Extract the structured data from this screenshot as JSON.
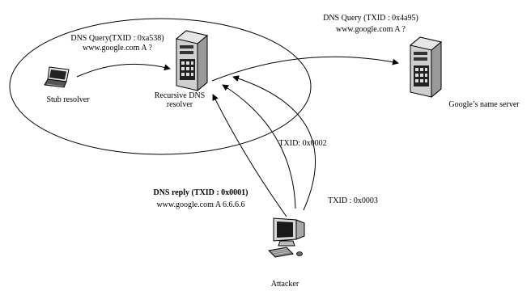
{
  "nodes": {
    "stub_resolver": {
      "label": "Stub resolver"
    },
    "recursive_resolver": {
      "label_line1": "Recursive DNS",
      "label_line2": "resolver"
    },
    "google_ns": {
      "label": "Google’s name server"
    },
    "attacker": {
      "label": "Attacker"
    }
  },
  "messages": {
    "stub_query": {
      "line1": "DNS Query(TXID : 0xa538)",
      "line2": "www.google.com A ?"
    },
    "recursive_query": {
      "line1": "DNS Query  (TXID : 0x4a95)",
      "line2": "www.google.com A ?"
    },
    "spoof_reply_1": {
      "line1": "DNS reply (TXID : 0x0001)",
      "line2": "www.google.com A 6.6.6.6"
    },
    "spoof_reply_2": {
      "label": "TXID: 0x0002"
    },
    "spoof_reply_3": {
      "label": "TXID : 0x0003"
    }
  },
  "icons": [
    "laptop-icon",
    "server-tower-icon",
    "server-tower-icon",
    "desktop-computer-icon"
  ]
}
